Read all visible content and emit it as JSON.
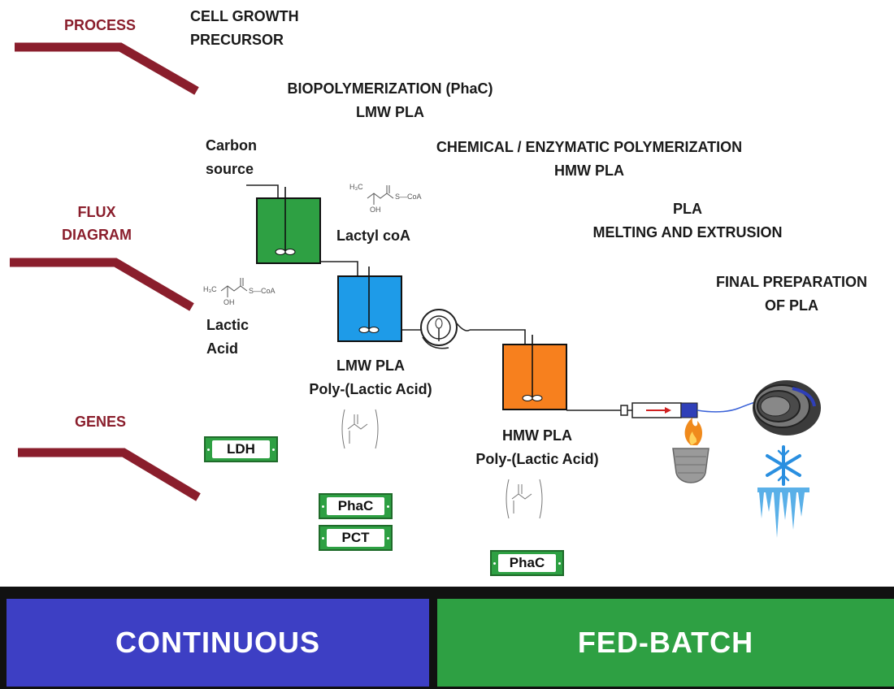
{
  "sections": {
    "process": "PROCESS",
    "flux": [
      "FLUX",
      "DIAGRAM"
    ],
    "genes": "GENES"
  },
  "stages": {
    "cell_growth": [
      "CELL GROWTH",
      "PRECURSOR"
    ],
    "biopolymerization": [
      "BIOPOLYMERIZATION (PhaC)",
      "LMW PLA"
    ],
    "chemical": [
      "CHEMICAL / ENZYMATIC POLYMERIZATION",
      "HMW PLA"
    ],
    "melting": [
      "PLA",
      "MELTING AND EXTRUSION"
    ],
    "final": [
      "FINAL PREPARATION",
      "OF PLA"
    ]
  },
  "labels": {
    "carbon_source": [
      "Carbon",
      "source"
    ],
    "lactyl_coa": "Lactyl coA",
    "lactic_acid": [
      "Lactic",
      "Acid"
    ],
    "lmw_pla": [
      "LMW PLA",
      "Poly-(Lactic Acid)"
    ],
    "hmw_pla": [
      "HMW PLA",
      "Poly-(Lactic Acid)"
    ]
  },
  "genes": {
    "ldh": "LDH",
    "phac1": "PhaC",
    "pct": "PCT",
    "phac2": "PhaC"
  },
  "structure_text": {
    "h3c": "H₃C",
    "oh": "OH",
    "s_coa": "S—CoA"
  },
  "modes": {
    "continuous": "CONTINUOUS",
    "fed_batch": "FED-BATCH"
  },
  "colors": {
    "section": "#8a1e2c",
    "reactor_green": "#2ea043",
    "reactor_blue": "#1e9be8",
    "reactor_orange": "#f7801e",
    "continuous": "#3d3fc4",
    "fed_batch": "#2ea043",
    "snowflake": "#2a8fe0",
    "flame": "#f08a1c"
  },
  "icons": [
    "peristaltic-pump-icon",
    "extruder-icon",
    "filament-spool-icon",
    "flame-heater-icon",
    "snowflake-icon",
    "ice-icon"
  ]
}
